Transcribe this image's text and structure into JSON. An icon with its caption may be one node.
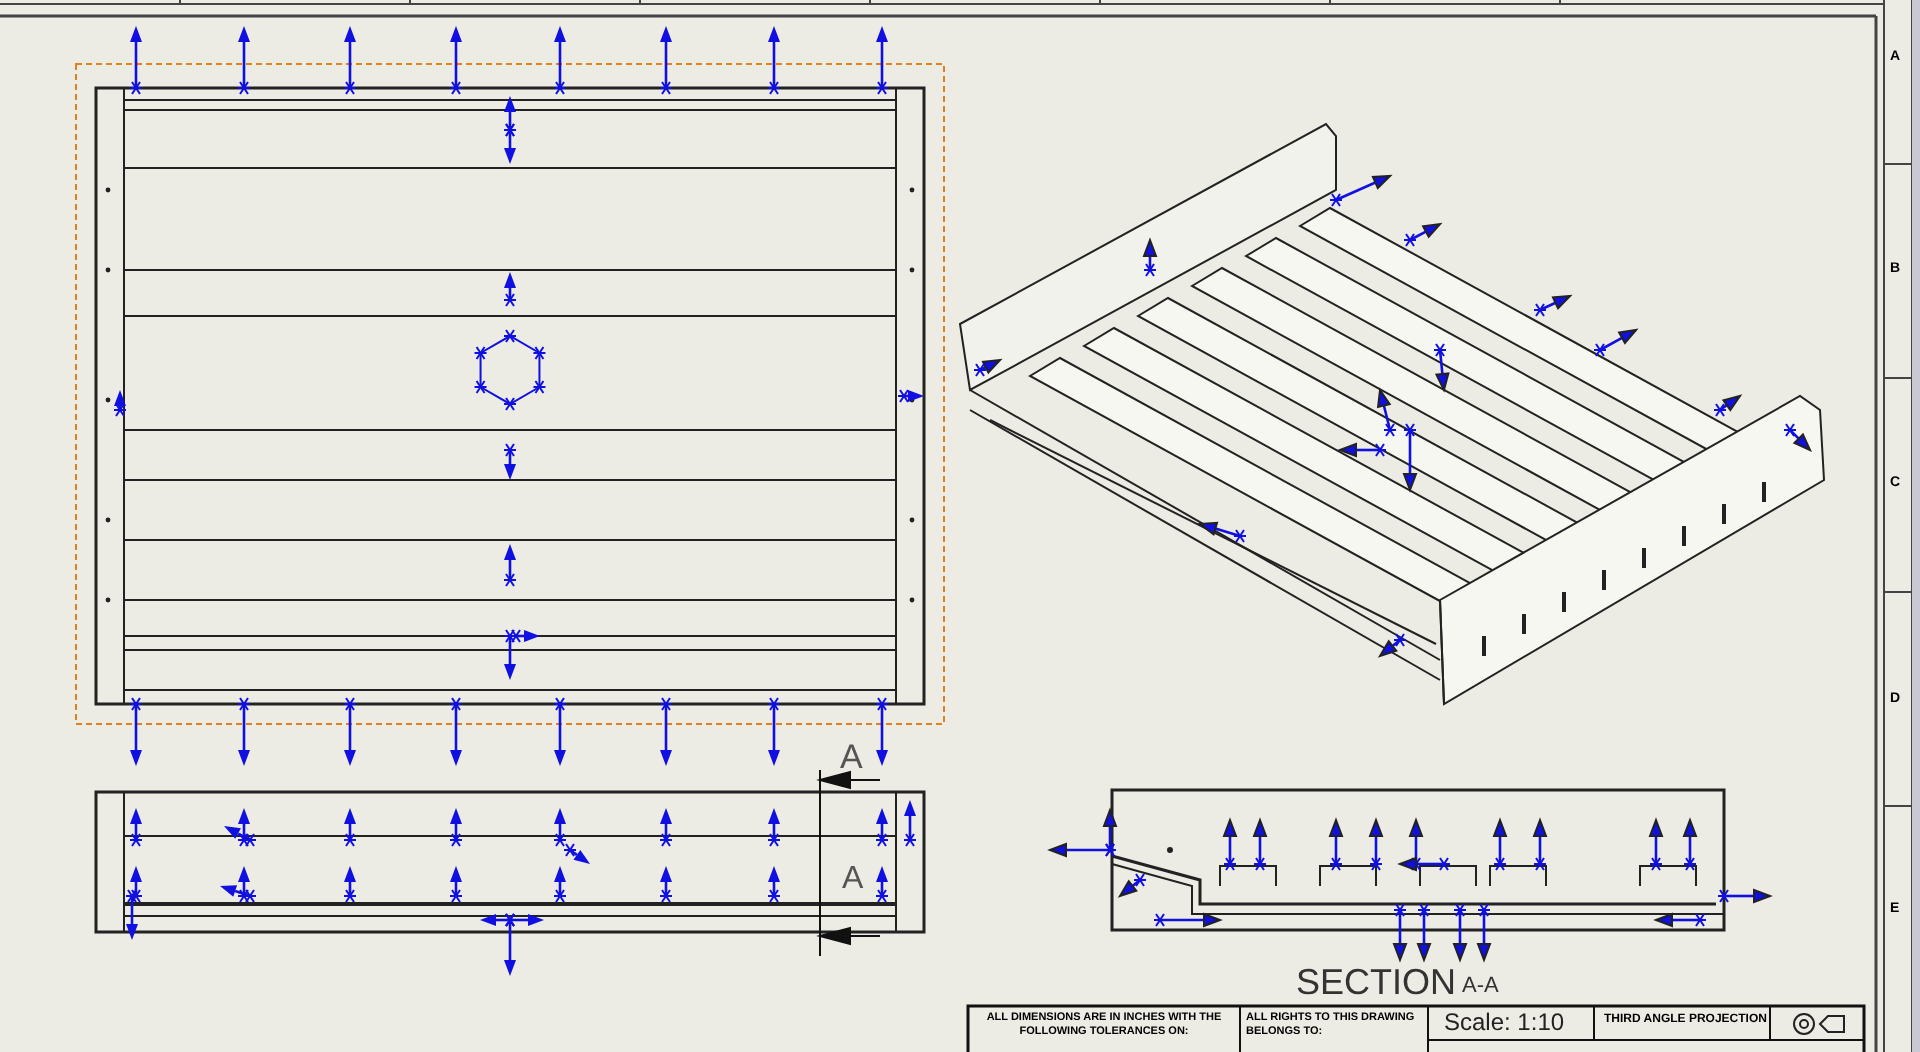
{
  "diagram": {
    "labels": [
      "A",
      "A",
      "SECTION",
      "A-A",
      "ALL DIMENSIONS ARE IN INCHES WITH THE FOLLOWING TOLERANCES ON:",
      "ALL RIGHTS TO THIS DRAWING BELONGS TO:",
      "Scale: 1:10",
      "THIRD ANGLE PROJECTION",
      "A",
      "B",
      "C",
      "D",
      "E"
    ]
  }
}
